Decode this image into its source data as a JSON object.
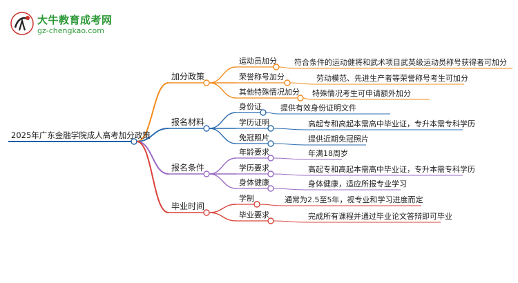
{
  "logo": {
    "title": "大牛教育成考网",
    "url": "gz-chengkao.com"
  },
  "root": "2025年广东金融学院成人高考加分政策",
  "colors": {
    "orange": "#f28c1e",
    "blue": "#2b6cb0",
    "purple": "#9a6bc4",
    "red": "#d9433b",
    "root": "#1d5fa8"
  },
  "branches": [
    {
      "label": "加分政策",
      "color": "#f28c1e",
      "children": [
        {
          "label": "运动员加分",
          "leaf": "符合条件的运动健将和武术项目武英级运动员称号获得者可加分"
        },
        {
          "label": "荣誉称号加分",
          "leaf": "劳动模范、先进生产者等荣誉称号考生可加分"
        },
        {
          "label": "其他特殊情况加分",
          "leaf": "特殊情况考生可申请额外加分"
        }
      ]
    },
    {
      "label": "报名材料",
      "color": "#2b6cb0",
      "children": [
        {
          "label": "身份证",
          "leaf": "提供有效身份证明文件"
        },
        {
          "label": "学历证明",
          "leaf": "高起专和高起本需高中毕业证，专升本需专科学历"
        },
        {
          "label": "免冠照片",
          "leaf": "提供近期免冠照片"
        }
      ]
    },
    {
      "label": "报名条件",
      "color": "#9a6bc4",
      "children": [
        {
          "label": "年龄要求",
          "leaf": "年满18周岁"
        },
        {
          "label": "学历要求",
          "leaf": "高起专和高起本需高中毕业证，专升本需专科学历"
        },
        {
          "label": "身体健康",
          "leaf": "身体健康，适应所报专业学习"
        }
      ]
    },
    {
      "label": "毕业时间",
      "color": "#d9433b",
      "children": [
        {
          "label": "学制",
          "leaf": "通常为2.5至5年，视专业和学习进度而定"
        },
        {
          "label": "毕业要求",
          "leaf": "完成所有课程并通过毕业论文答辩即可毕业"
        }
      ]
    }
  ]
}
